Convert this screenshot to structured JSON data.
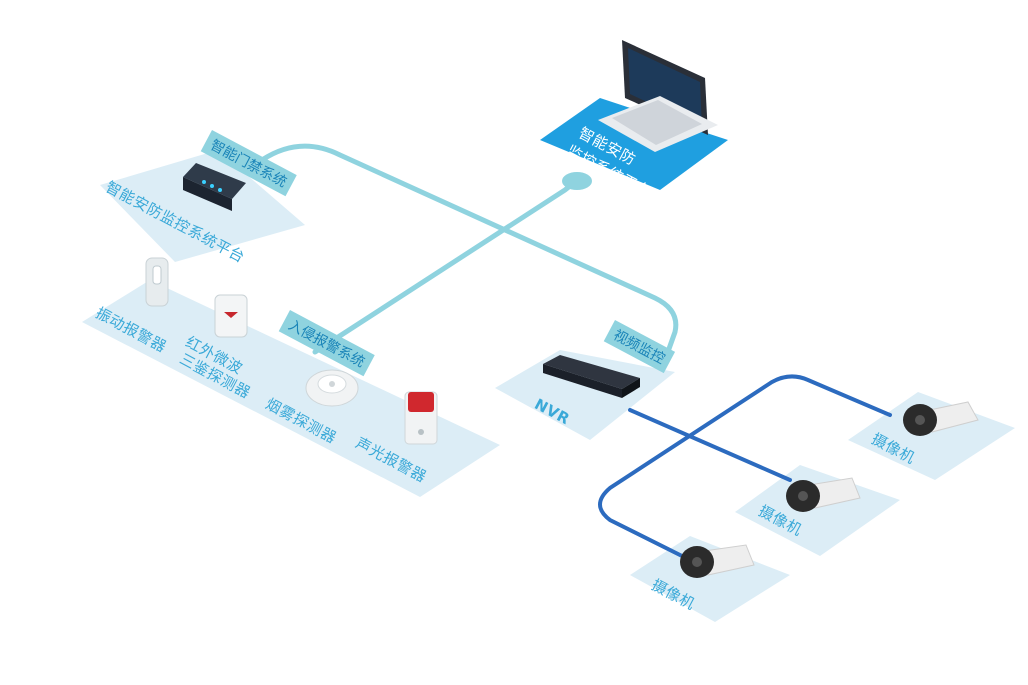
{
  "platform": {
    "line1": "智能安防",
    "line2": "监控系统平台"
  },
  "access_control": {
    "tag": "智能门禁系统",
    "panel_label": "智能安防监控系统平台"
  },
  "intrusion": {
    "tag": "入侵报警系统",
    "vibration_label": "振动报警器",
    "infrared_line1": "红外微波",
    "infrared_line2": "三鉴探测器",
    "smoke_label": "烟雾探测器",
    "siren_label": "声光报警器"
  },
  "video": {
    "tag": "视频监控",
    "nvr_label": "NVR"
  },
  "cameras": [
    {
      "label": "摄像机"
    },
    {
      "label": "摄像机"
    },
    {
      "label": "摄像机"
    }
  ],
  "colors": {
    "platform_blue": "#1f9fe0",
    "panel_fill": "#dcedf6",
    "teal_line": "#8fd3df",
    "blue_line": "#2c6bbf",
    "text_blue": "#3aa9d8"
  }
}
